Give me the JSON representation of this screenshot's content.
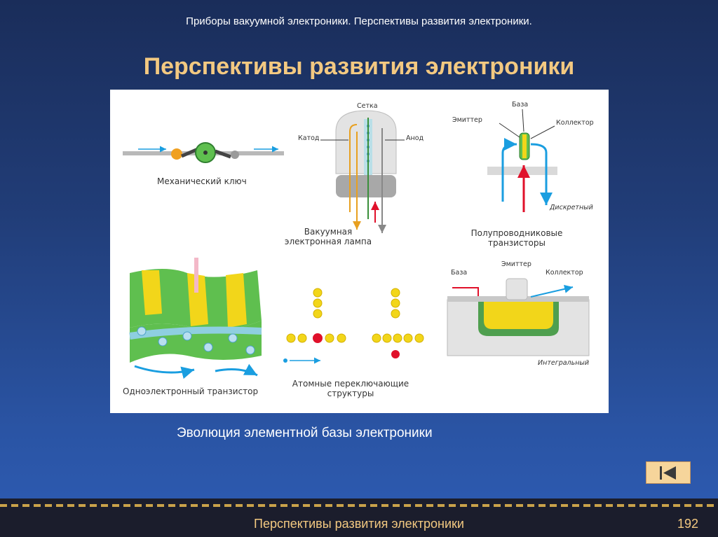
{
  "slide": {
    "header": "Приборы вакуумной электроники. Перспективы развития электроники.",
    "title": "Перспективы развития электроники",
    "caption": "Эволюция элементной базы электроники",
    "footer": "Перспективы развития электроники",
    "page_number": "192"
  },
  "figure": {
    "mechanical_switch": "Механический ключ",
    "grid": "Сетка",
    "cathode": "Катод",
    "anode": "Анод",
    "vacuum_tube_line1": "Вакуумная",
    "vacuum_tube_line2": "электронная лампа",
    "base": "База",
    "emitter": "Эмиттер",
    "collector": "Коллектор",
    "discrete": "Дискретный",
    "semiconductor_line1": "Полупроводниковые",
    "semiconductor_line2": "транзисторы",
    "base2": "База",
    "emitter2": "Эмиттер",
    "collector2": "Коллектор",
    "integrated": "Интегральный",
    "single_electron": "Одноэлектронный транзистор",
    "atomic_line1": "Атомные переключающие",
    "atomic_line2": "структуры"
  },
  "colors": {
    "title": "#f3c981",
    "background_top": "#1a2d5a",
    "background_bottom": "#2e5cb4",
    "nav_button": "#f6d59b",
    "electron_yellow": "#f2d61a",
    "atom_red": "#e0102a",
    "arrow_blue": "#1a9ee0"
  },
  "icons": {
    "nav_button": "skip-to-start-icon"
  }
}
